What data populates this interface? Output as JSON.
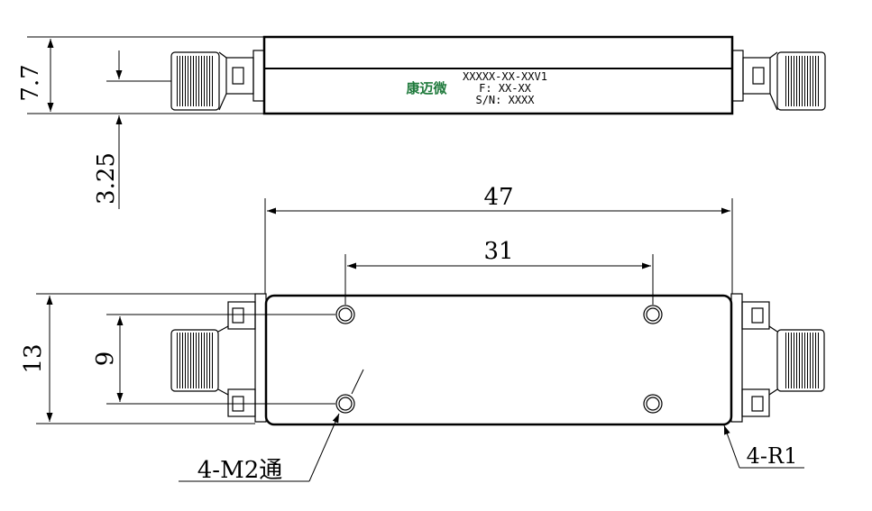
{
  "top_view": {
    "label_line1": "XXXXX-XX-XXV1",
    "label_line2": "F: XX-XX",
    "label_line3": "S/N: XXXX",
    "brand": "康迈微",
    "dim_height": "7.7",
    "dim_offset": "3.25"
  },
  "bottom_view": {
    "dim_length": "47",
    "dim_hole_spacing": "31",
    "dim_height": "13",
    "dim_hole_vertical": "9",
    "callout_holes": "4-M2通",
    "callout_radius": "4-R1"
  },
  "colors": {
    "line": "#000000",
    "brand": "#1f7a3c"
  }
}
